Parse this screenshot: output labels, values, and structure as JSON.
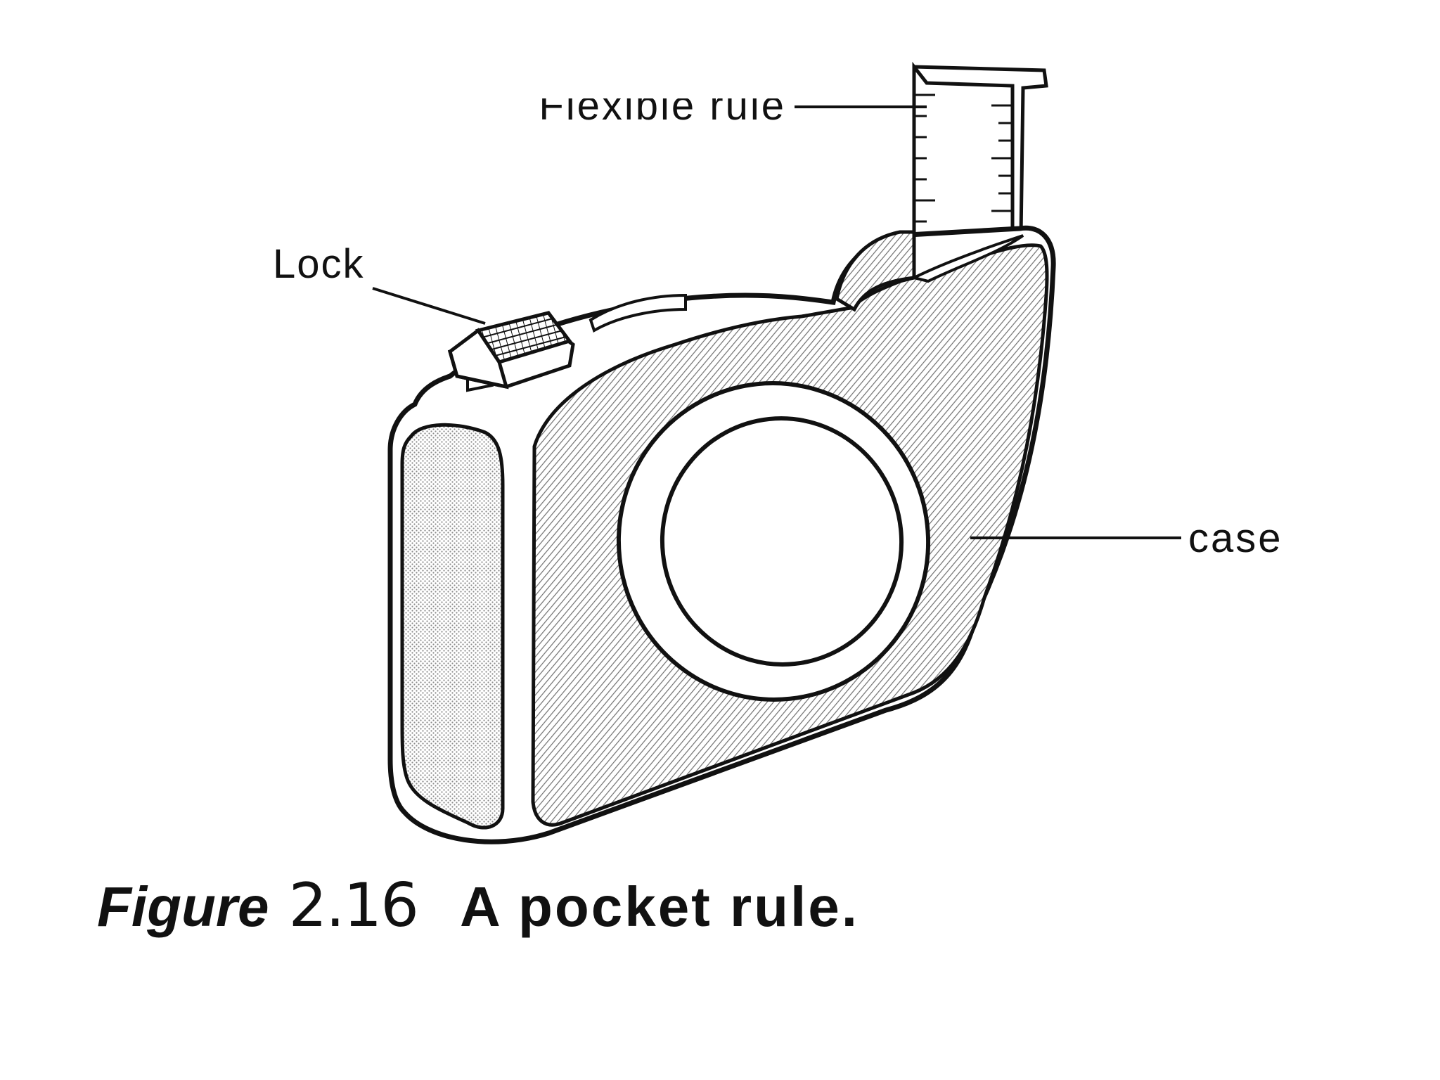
{
  "labels": {
    "flexible_rule": "Flexible rule",
    "lock": "Lock",
    "case": "case"
  },
  "caption": {
    "prefix": "Figure",
    "number": "2.16",
    "text": "A pocket rule."
  },
  "colors": {
    "ink": "#111111",
    "shading": "#9a9a9a",
    "paper": "#ffffff"
  }
}
